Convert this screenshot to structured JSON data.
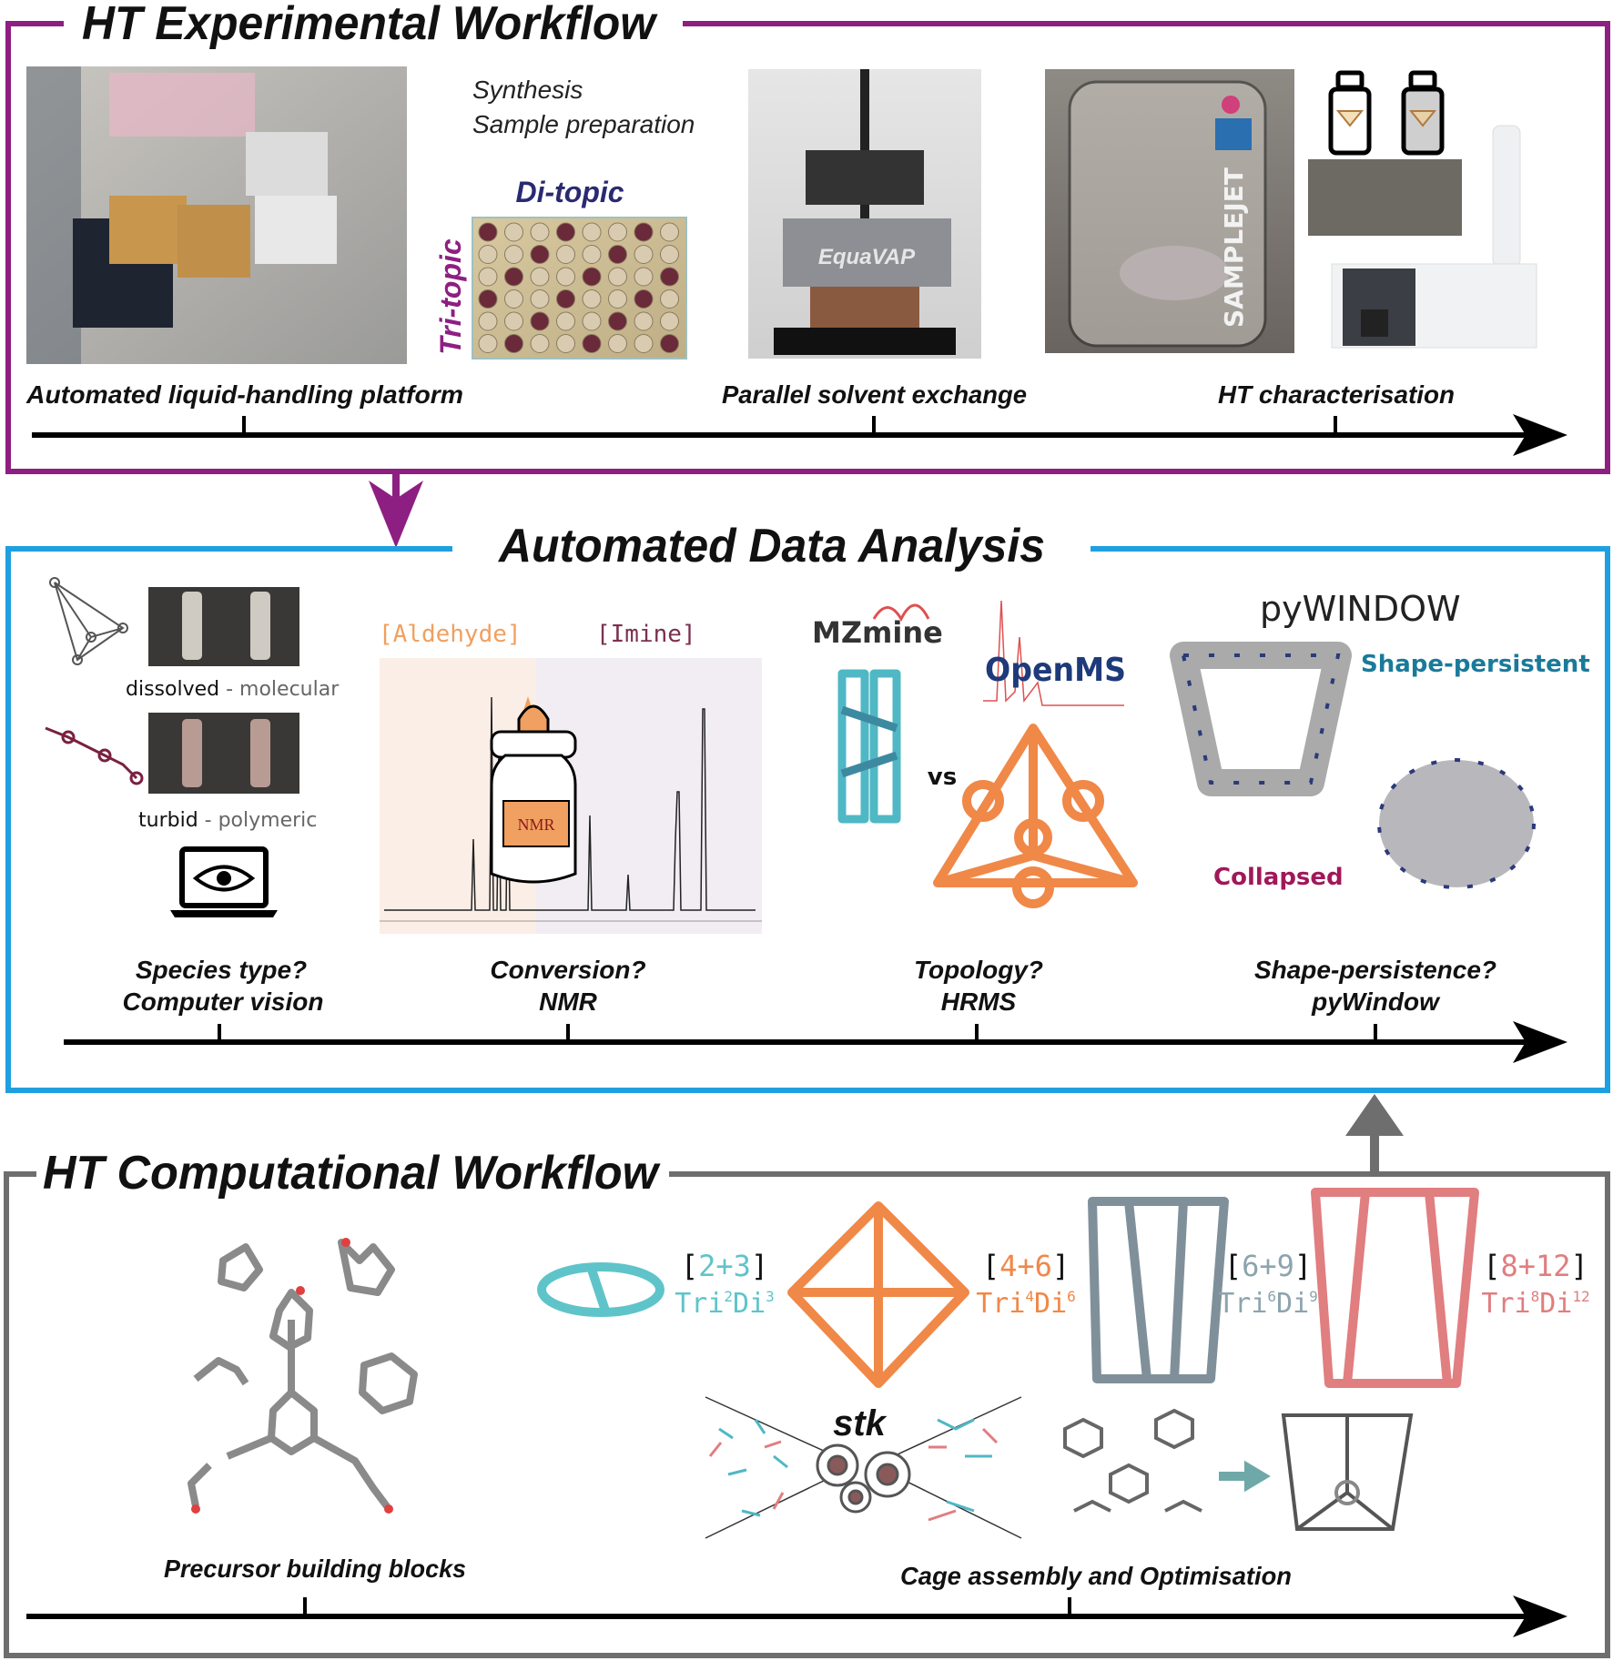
{
  "colors": {
    "experimental": "#8e1f82",
    "analysis": "#1ea0e0",
    "computational": "#6e6e6e",
    "question": "#8b1a7e"
  },
  "experimental": {
    "title": "HT Experimental Workflow",
    "synthesis": "Synthesis",
    "sample_prep": "Sample preparation",
    "di_topic": "Di-topic",
    "tri_topic": "Tri-topic",
    "photo_logo_equavap": "EquaVAP",
    "photo_logo_samplejet": "SAMPLEJET",
    "steps": [
      "Automated liquid-handling platform",
      "Parallel solvent exchange",
      "HT characterisation"
    ]
  },
  "analysis": {
    "title": "Automated Data Analysis",
    "dissolved": {
      "state": "dissolved",
      "sep": " - ",
      "type": "molecular"
    },
    "turbid": {
      "state": "turbid",
      "sep": " - ",
      "type": "polymeric"
    },
    "aldehyde": "[Aldehyde]",
    "imine": "[Imine]",
    "nmr_bottle": "NMR",
    "mzmine": "MZmine",
    "openms": "OpenMS",
    "vs": "vs",
    "pywindow_logo": "pyWINDOW",
    "shape_persistent": "Shape-persistent",
    "collapsed": "Collapsed",
    "steps": [
      {
        "question": "Species type?",
        "method": "Computer vision"
      },
      {
        "question": "Conversion?",
        "method": "NMR"
      },
      {
        "question": "Topology?",
        "method": "HRMS"
      },
      {
        "question": "Shape-persistence?",
        "method": "pyWindow"
      }
    ]
  },
  "computational": {
    "title": "HT Computational Workflow",
    "topologies": [
      {
        "ratio": "2+3",
        "tri": "Tri",
        "n": "2",
        "di": "Di",
        "m": "3",
        "color": "#5fc4c9"
      },
      {
        "ratio": "4+6",
        "tri": "Tri",
        "n": "4",
        "di": "Di",
        "m": "6",
        "color": "#f08848"
      },
      {
        "ratio": "6+9",
        "tri": "Tri",
        "n": "6",
        "di": "Di",
        "m": "9",
        "color": "#8ca4ae"
      },
      {
        "ratio": "8+12",
        "tri": "Tri",
        "n": "8",
        "di": "Di",
        "m": "12",
        "color": "#e07e80"
      }
    ],
    "stk": "stk",
    "steps": [
      "Precursor building blocks",
      "Cage assembly and Optimisation"
    ]
  }
}
